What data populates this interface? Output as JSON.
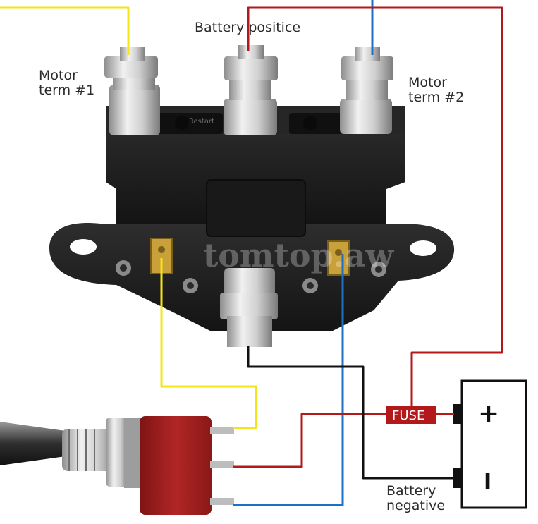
{
  "labels": {
    "battery_positive": "Battery positice",
    "motor_term_1_line1": "Motor",
    "motor_term_1_line2": "term #1",
    "motor_term_2_line1": "Motor",
    "motor_term_2_line2": "term #2",
    "battery_negative_line1": "Battery",
    "battery_negative_line2": "negative",
    "fuse": "FUSE",
    "plus_sign": "+",
    "minus_sign": "I",
    "watermark": "tomtop.aw",
    "solenoid_mark": "Restart"
  },
  "colors": {
    "positive_wire": "#b3181a",
    "motor1_wire": "#f5e41a",
    "motor2_wire": "#1f6fc4",
    "ground_wire": "#111111",
    "solenoid_body": "#1e1e1e",
    "switch_body": "#9c1c1c",
    "fuse_box": "#b3181a"
  },
  "icons": {
    "solenoid": "solenoid-relay-icon",
    "switch": "toggle-switch-icon",
    "battery": "battery-icon"
  }
}
